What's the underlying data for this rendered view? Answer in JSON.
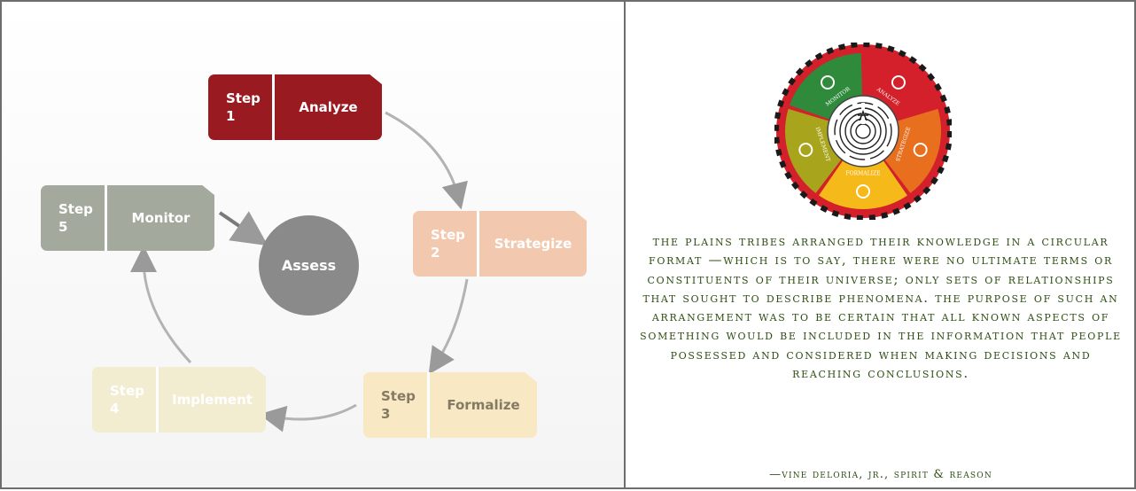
{
  "diagram": {
    "steps": [
      {
        "number_word": "Step",
        "number": "1",
        "label": "Analyze"
      },
      {
        "number_word": "Step",
        "number": "2",
        "label": "Strategize"
      },
      {
        "number_word": "Step",
        "number": "3",
        "label": "Formalize"
      },
      {
        "number_word": "Step",
        "number": "4",
        "label": "Implement"
      },
      {
        "number_word": "Step",
        "number": "5",
        "label": "Monitor"
      }
    ],
    "center_label": "Assess"
  },
  "wheel": {
    "segments": [
      {
        "label": "Monitor",
        "color": "#2f8a3c",
        "icon": "monitor-glyph"
      },
      {
        "label": "Analyze",
        "color": "#d3202a",
        "icon": "analyze-glyph"
      },
      {
        "label": "Strategize",
        "color": "#e76f1e",
        "icon": "strategize-glyph"
      },
      {
        "label": "Formalize",
        "color": "#f6b91a",
        "icon": "formalize-glyph"
      },
      {
        "label": "Implement",
        "color": "#a8a51c",
        "icon": "implement-glyph"
      }
    ],
    "border_colors": [
      "#d3202a",
      "#1a1a1a"
    ],
    "center_icon": "maze-glyph"
  },
  "quote": {
    "text": "The plains tribes arranged their knowledge in a circular format —which is to say, there were no ultimate terms or constituents of their universe; only sets of relationships that sought to describe phenomena. The purpose of such an arrangement was to be certain that all known aspects of something would be included in the information that people possessed and considered when making decisions and reaching conclusions.",
    "attribution": "—Vine Deloria, Jr., Spirit & Reason"
  }
}
